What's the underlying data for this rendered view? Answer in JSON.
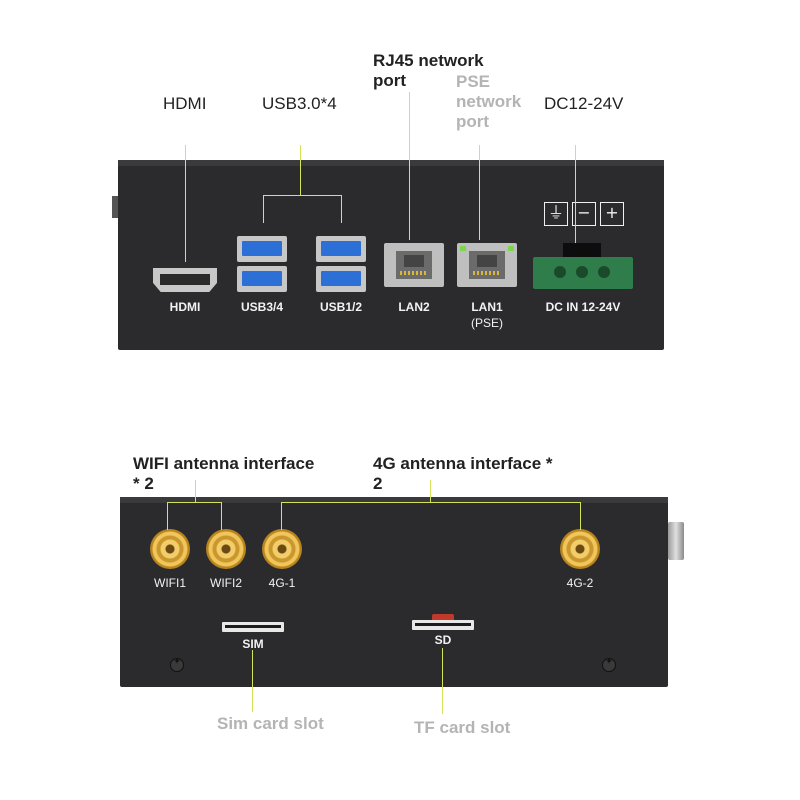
{
  "callouts": {
    "hdmi": "HDMI",
    "usb": "USB3.0*4",
    "rj45_line1": "RJ45 network",
    "rj45_line2": "port",
    "pse_line1": "PSE",
    "pse_line2": "network",
    "pse_line3": "port",
    "dc": "DC12-24V",
    "wifi_line1": "WIFI antenna interface",
    "wifi_line2": "* 2",
    "lte_line1": "4G antenna interface *",
    "lte_line2": "2",
    "sim": "Sim card slot",
    "tf": "TF card slot"
  },
  "front_panel": {
    "hdmi": "HDMI",
    "usb34": "USB3/4",
    "usb12": "USB1/2",
    "lan2": "LAN2",
    "lan1": "LAN1",
    "pse": "(PSE)",
    "dcin": "DC IN 12-24V",
    "terminal_minus": "−",
    "terminal_plus": "+"
  },
  "rear_panel": {
    "wifi1": "WIFI1",
    "wifi2": "WIFI2",
    "lte1": "4G-1",
    "lte2": "4G-2",
    "sim": "SIM",
    "sd": "SD"
  },
  "colors": {
    "leader_line": "#d4e35a",
    "panel": "#2b2b2d",
    "usb_blue": "#2c6fd6",
    "terminal_green": "#2e7d4a",
    "callout_gray": "#b4b4b4"
  },
  "icons": [
    "ground-icon",
    "minus-icon",
    "plus-icon",
    "screw-icon"
  ]
}
